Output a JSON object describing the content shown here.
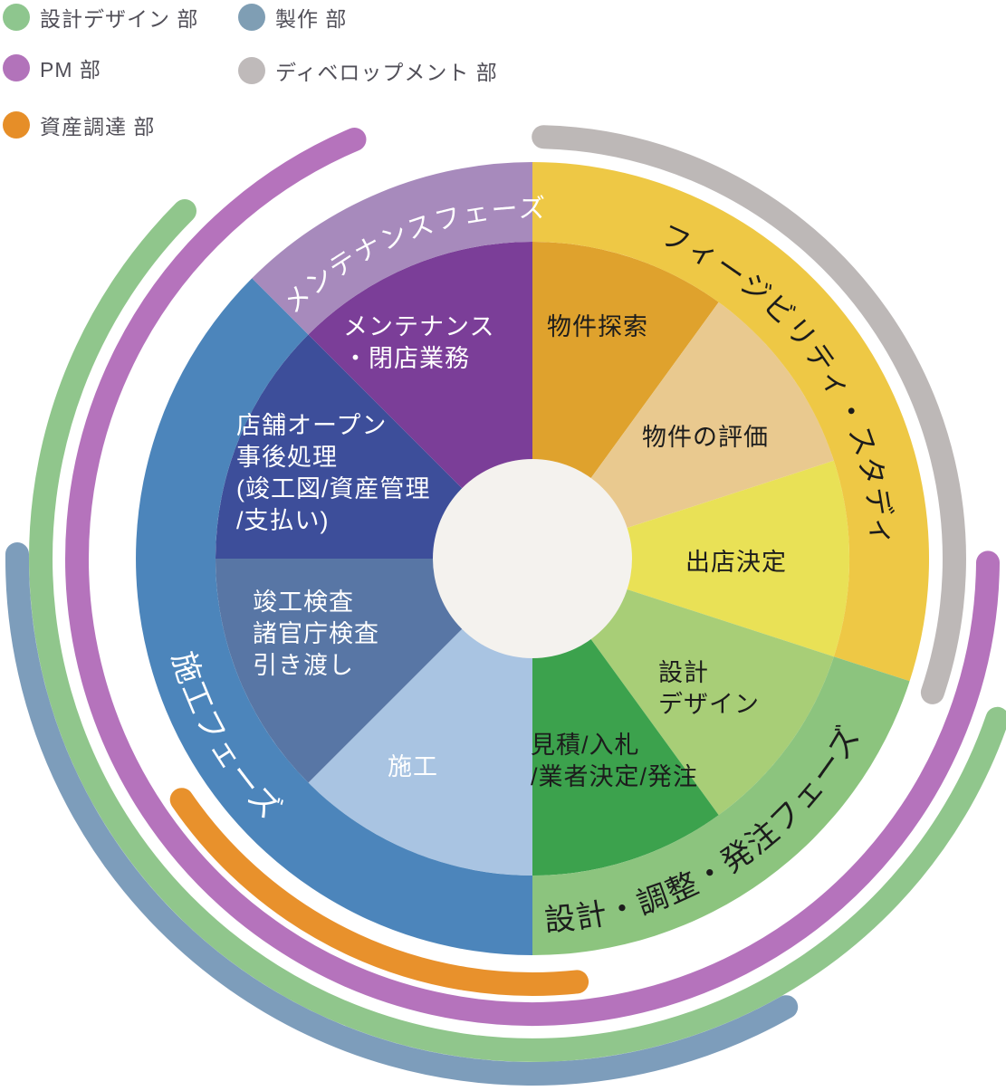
{
  "legend": {
    "items": [
      {
        "id": "design-dept",
        "label": "設計デザイン 部",
        "color": "#8ec68e"
      },
      {
        "id": "production-dept",
        "label": "製作 部",
        "color": "#7f9eb4"
      },
      {
        "id": "pm-dept",
        "label": "PM 部",
        "color": "#b273ba"
      },
      {
        "id": "development-dept",
        "label": "ディベロップメント 部",
        "color": "#bfbaba"
      },
      {
        "id": "procurement-dept",
        "label": "資産調達 部",
        "color": "#e68e28"
      }
    ]
  },
  "wheel": {
    "center_color": "#f4f2ee",
    "phases": [
      {
        "id": "feasibility-phase",
        "label": "フィージビリティ・スタディ",
        "band_color": "#eec845",
        "label_color": "#1c1c1c",
        "start_deg": 0,
        "end_deg": 108
      },
      {
        "id": "design-coordination-order-phase",
        "label": "設計・調整・発注フェーズ",
        "band_color": "#8cc47e",
        "label_color": "#1c1c1c",
        "start_deg": 108,
        "end_deg": 180
      },
      {
        "id": "construction-phase",
        "label": "施工フェーズ",
        "band_color": "#4c85bb",
        "label_color": "#ffffff",
        "start_deg": 180,
        "end_deg": 315
      },
      {
        "id": "maintenance-phase",
        "label": "メンテナンスフェーズ",
        "band_color": "#a78abc",
        "label_color": "#ffffff",
        "start_deg": 315,
        "end_deg": 360
      }
    ],
    "segments": [
      {
        "id": "property-search",
        "label": "物件探索",
        "color": "#dfa22d",
        "label_color": "#1c1c1c",
        "start_deg": 0,
        "end_deg": 36
      },
      {
        "id": "property-evaluation",
        "label": "物件の評価",
        "color": "#e9c98f",
        "label_color": "#1c1c1c",
        "start_deg": 36,
        "end_deg": 72
      },
      {
        "id": "store-opening-decision",
        "label": "出店決定",
        "color": "#e9e156",
        "label_color": "#1c1c1c",
        "start_deg": 72,
        "end_deg": 108
      },
      {
        "id": "design",
        "label": "設計\nデザイン",
        "color": "#a8ce77",
        "label_color": "#1c1c1c",
        "start_deg": 108,
        "end_deg": 144
      },
      {
        "id": "estimate-bid-order",
        "label": "見積/入札\n/業者決定/発注",
        "color": "#3ca24d",
        "label_color": "#1c1c1c",
        "start_deg": 144,
        "end_deg": 180
      },
      {
        "id": "construction",
        "label": "施工",
        "color": "#a9c4e2",
        "label_color": "#ffffff",
        "start_deg": 180,
        "end_deg": 225
      },
      {
        "id": "completion-inspection",
        "label": "竣工検査\n諸官庁検査\n引き渡し",
        "color": "#5876a5",
        "label_color": "#ffffff",
        "start_deg": 225,
        "end_deg": 270
      },
      {
        "id": "store-open-post-processing",
        "label": "店舗オープン\n事後処理\n(竣工図/資産管理\n/支払い)",
        "color": "#3d4e9a",
        "label_color": "#ffffff",
        "start_deg": 270,
        "end_deg": 315
      },
      {
        "id": "maintenance-closing",
        "label": "メンテナンス\n・閉店業務",
        "color": "#7b3e98",
        "label_color": "#ffffff",
        "start_deg": 315,
        "end_deg": 360
      }
    ]
  },
  "dept_arcs": [
    {
      "id": "development-dept-arc",
      "dept": "ディベロップメント 部",
      "color": "#bdb8b7",
      "radius": 466,
      "start_deg": 1.5,
      "end_deg": 108.5
    },
    {
      "id": "procurement-dept-arc",
      "dept": "資産調達 部",
      "color": "#e8912c",
      "radius": 470,
      "start_deg": 174,
      "end_deg": 235.5
    },
    {
      "id": "pm-dept-arc",
      "dept": "PM 部",
      "color": "#b573bc",
      "radius": 503,
      "start_deg": 90.5,
      "end_deg": 337
    },
    {
      "id": "design-dept-arc",
      "dept": "設計デザイン 部",
      "color": "#90c68c",
      "radius": 543,
      "start_deg": 109,
      "end_deg": 315
    },
    {
      "id": "production-dept-arc",
      "dept": "製作 部",
      "color": "#7d9dbb",
      "radius": 569,
      "start_deg": 150.5,
      "end_deg": 270.5
    }
  ]
}
